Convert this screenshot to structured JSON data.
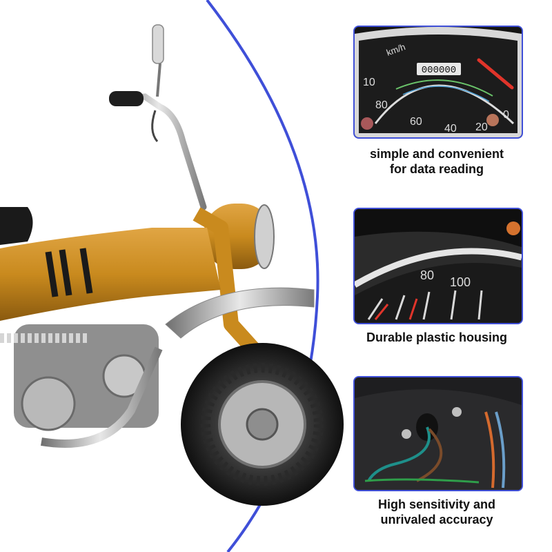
{
  "features": [
    {
      "lines": [
        "simple and convenient",
        "for data reading"
      ]
    },
    {
      "lines": [
        "Durable plastic housing"
      ]
    },
    {
      "lines": [
        "High sensitivity and",
        "unrivaled accuracy"
      ]
    }
  ],
  "gauge_face": {
    "unit": "km/h",
    "ticks": [
      "0",
      "20",
      "40",
      "60",
      "80",
      "10"
    ],
    "odometer": "000000"
  },
  "gauge_closeup": {
    "ticks": [
      "80",
      "100"
    ]
  },
  "colors": {
    "accent_border": "#3f4fd8",
    "moto_body": "#c98a1e",
    "gauge_needle": "#e0342a"
  },
  "icons": [
    "motorcycle-image",
    "speedometer-image",
    "housing-image",
    "wiring-image"
  ]
}
